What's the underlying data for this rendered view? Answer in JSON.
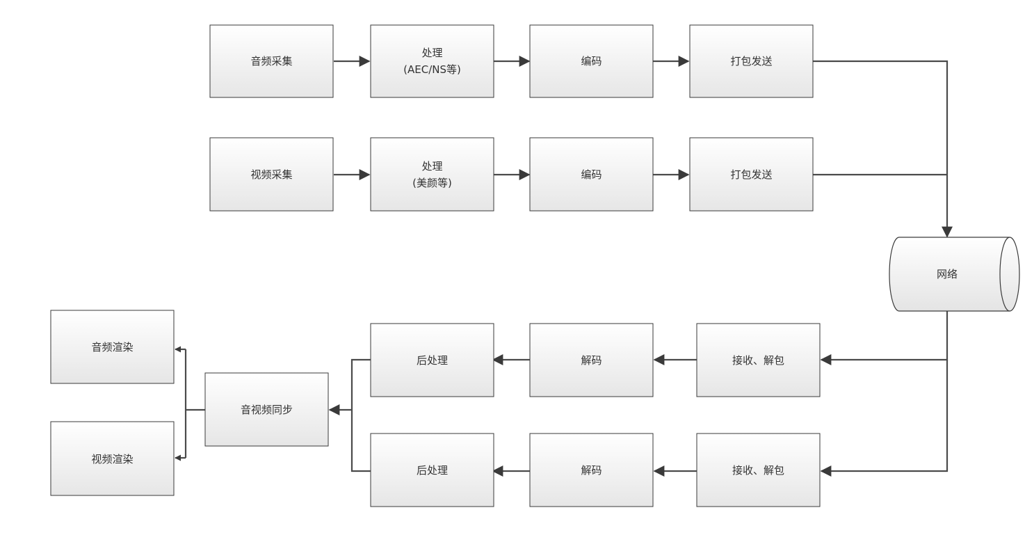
{
  "nodes": {
    "audio_capture": "音频采集",
    "audio_process": [
      "处理",
      "(AEC/NS等)"
    ],
    "audio_encode": "编码",
    "audio_send": "打包发送",
    "video_capture": "视频采集",
    "video_process": [
      "处理",
      "(美颜等)"
    ],
    "video_encode": "编码",
    "video_send": "打包发送",
    "network": "网络",
    "recv1": "接收、解包",
    "decode1": "解码",
    "postproc1": "后处理",
    "recv2": "接收、解包",
    "decode2": "解码",
    "postproc2": "后处理",
    "av_sync": "音视频同步",
    "audio_render": "音频渲染",
    "video_render": "视频渲染"
  },
  "colors": {
    "box_top": "#ffffff",
    "box_bottom": "#e6e6e6",
    "stroke": "#3a3a3a",
    "line": "#4a4a4a"
  }
}
